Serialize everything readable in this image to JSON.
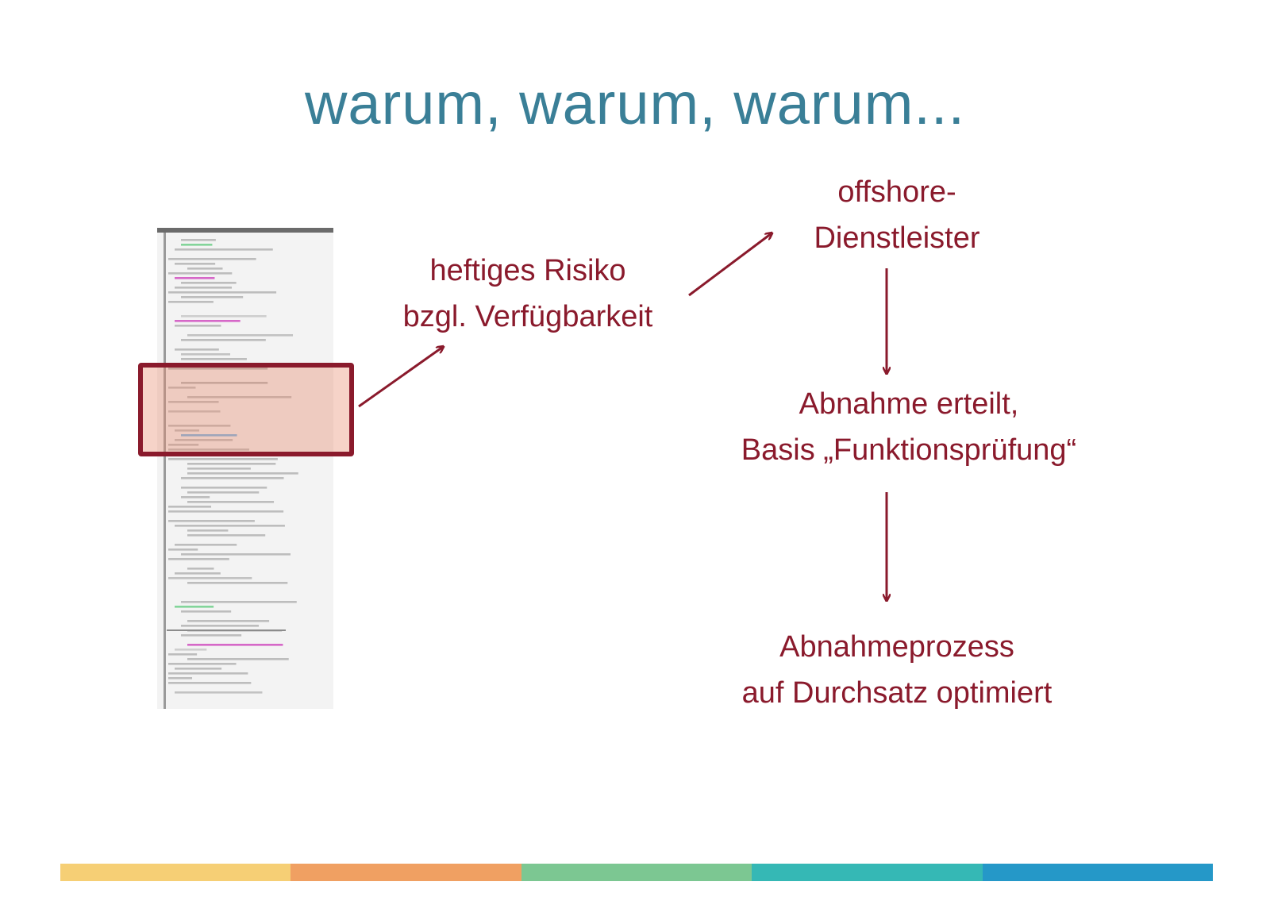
{
  "title": "warum, warum, warum...",
  "risk": {
    "line1": "heftiges Risiko",
    "line2": "bzgl. Verfügbarkeit"
  },
  "offshore": {
    "line1": "offshore-",
    "line2": "Dienstleister"
  },
  "abnahme": {
    "line1": "Abnahme erteilt,",
    "line2": "Basis „Funktionsprüfung“"
  },
  "prozess": {
    "line1": "Abnahmeprozess",
    "line2": "auf Durchsatz optimiert"
  },
  "colors": {
    "title": "#3a7f97",
    "accent": "#8a1a2c",
    "bar": [
      "#f6cf75",
      "#f0a062",
      "#7cc792",
      "#35b8b5",
      "#2598c8"
    ]
  }
}
